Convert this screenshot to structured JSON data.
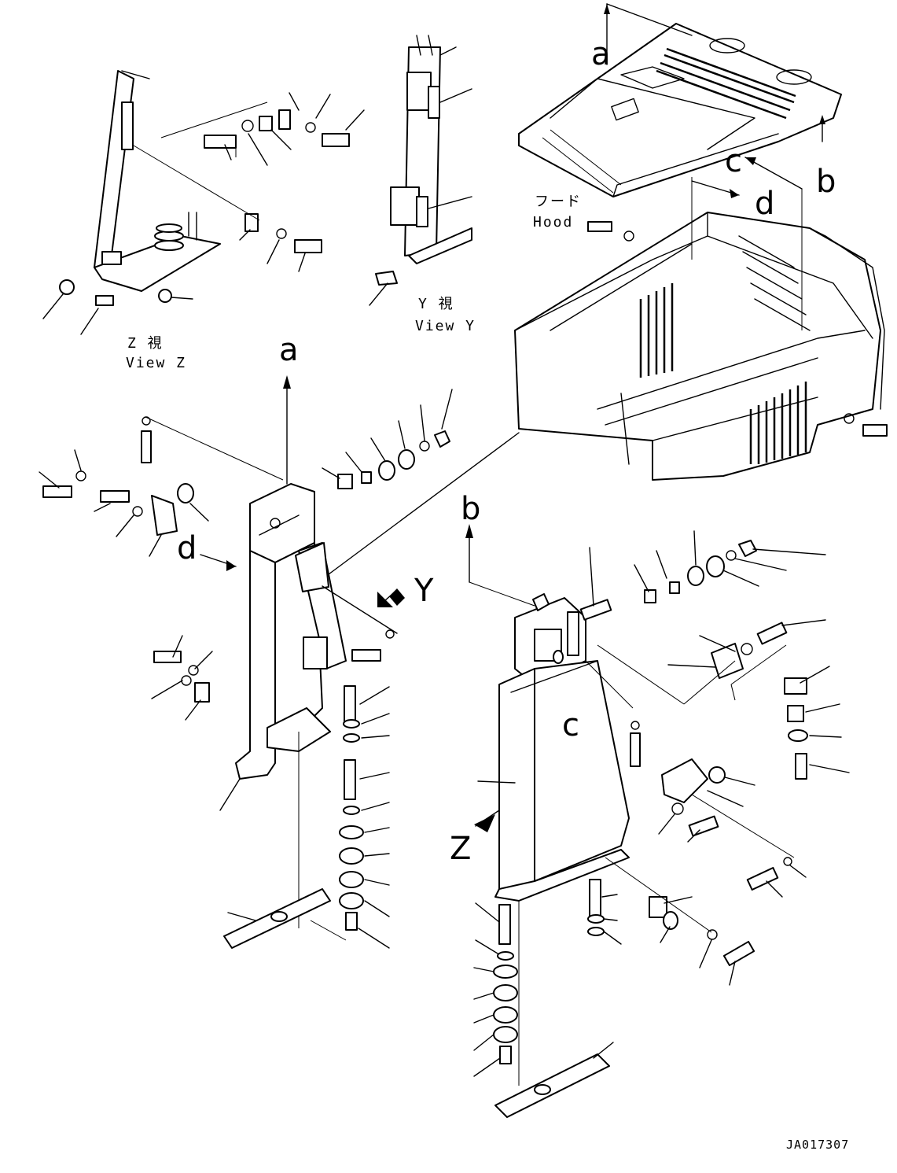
{
  "drawing_code": "JA017307",
  "refs": {
    "a": "a",
    "b": "b",
    "c": "c",
    "d": "d",
    "y": "Y",
    "z": "Z"
  },
  "hood": {
    "jp": "フード",
    "en": "Hood"
  },
  "view_y": {
    "jp": "Y 視",
    "en": "View Y"
  },
  "view_z": {
    "jp": "Z 視",
    "en": "View Z"
  }
}
